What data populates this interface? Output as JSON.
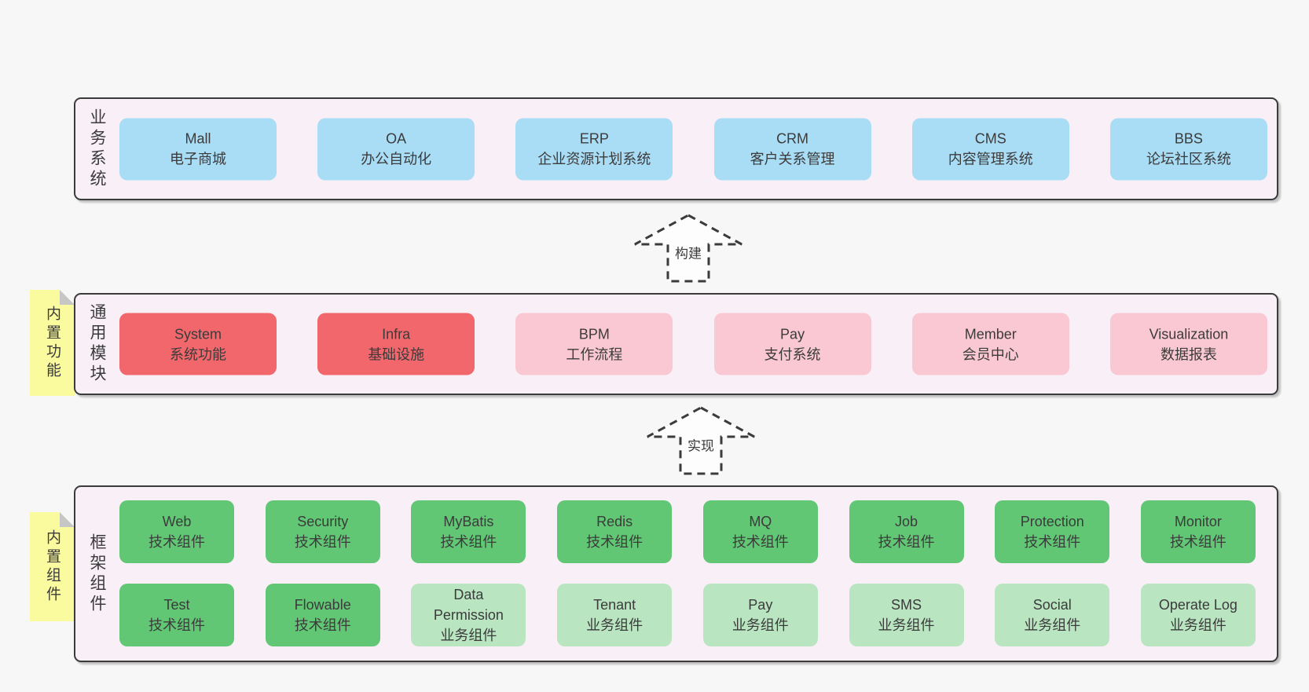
{
  "colors": {
    "page_bg": "#f7f7f7",
    "band_fill": "#f9eff7",
    "band_border": "#3b3b3b",
    "box_blue": "#a9dcf5",
    "box_red": "#f1676c",
    "box_pink": "#fac8d3",
    "box_green_dark": "#61c774",
    "box_green_light": "#b9e5c1",
    "sticky_yellow": "#fafa9e",
    "text": "#3b3b3b"
  },
  "arrows": [
    {
      "label": "构建"
    },
    {
      "label": "实现"
    }
  ],
  "bands": [
    {
      "label": "业务系统",
      "rows": [
        [
          {
            "name": "Mall",
            "desc": "电子商城"
          },
          {
            "name": "OA",
            "desc": "办公自动化"
          },
          {
            "name": "ERP",
            "desc": "企业资源计划系统"
          },
          {
            "name": "CRM",
            "desc": "客户关系管理"
          },
          {
            "name": "CMS",
            "desc": "内容管理系统"
          },
          {
            "name": "BBS",
            "desc": "论坛社区系统"
          }
        ]
      ]
    },
    {
      "label": "通用模块",
      "sticky": "内置功能",
      "rows": [
        [
          {
            "name": "System",
            "desc": "系统功能"
          },
          {
            "name": "Infra",
            "desc": "基础设施"
          },
          {
            "name": "BPM",
            "desc": "工作流程"
          },
          {
            "name": "Pay",
            "desc": "支付系统"
          },
          {
            "name": "Member",
            "desc": "会员中心"
          },
          {
            "name": "Visualization",
            "desc": "数据报表"
          }
        ]
      ]
    },
    {
      "label": "框架组件",
      "sticky": "内置组件",
      "rows": [
        [
          {
            "name": "Web",
            "desc": "技术组件"
          },
          {
            "name": "Security",
            "desc": "技术组件"
          },
          {
            "name": "MyBatis",
            "desc": "技术组件"
          },
          {
            "name": "Redis",
            "desc": "技术组件"
          },
          {
            "name": "MQ",
            "desc": "技术组件"
          },
          {
            "name": "Job",
            "desc": "技术组件"
          },
          {
            "name": "Protection",
            "desc": "技术组件"
          },
          {
            "name": "Monitor",
            "desc": "技术组件"
          }
        ],
        [
          {
            "name": "Test",
            "desc": "技术组件"
          },
          {
            "name": "Flowable",
            "desc": "技术组件"
          },
          {
            "name": "Data\nPermission",
            "desc": "业务组件"
          },
          {
            "name": "Tenant",
            "desc": "业务组件"
          },
          {
            "name": "Pay",
            "desc": "业务组件"
          },
          {
            "name": "SMS",
            "desc": "业务组件"
          },
          {
            "name": "Social",
            "desc": "业务组件"
          },
          {
            "name": "Operate Log",
            "desc": "业务组件"
          }
        ]
      ]
    }
  ]
}
